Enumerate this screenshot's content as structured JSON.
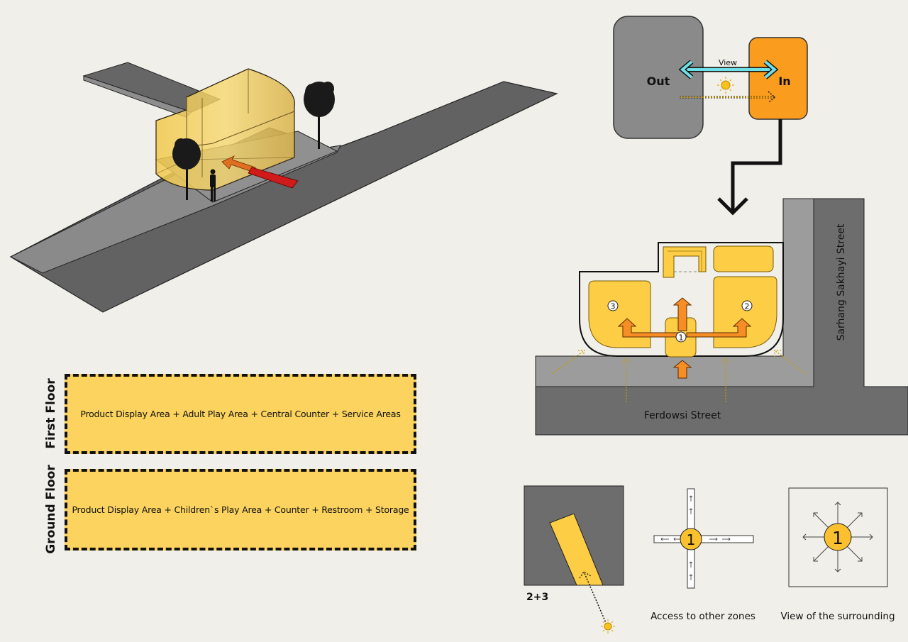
{
  "relation_diagram": {
    "out_label": "Out",
    "in_label": "In",
    "view_label": "View",
    "sun_icon": "sun-icon",
    "colors": {
      "out": "#8a8a8a",
      "in": "#fa9c1e",
      "view_arrow": "#6ee0e8",
      "sun_ray": "#e6a800"
    }
  },
  "site_plan": {
    "street_bottom": "Ferdowsi Street",
    "street_right": "Sarhang Sakhayi Street",
    "zones": [
      "1",
      "2",
      "3"
    ],
    "colors": {
      "zone": "#fccd45",
      "arrow": "#f68e25",
      "sidewalk": "#9c9c9c",
      "road": "#6d6d6d"
    }
  },
  "floors": [
    {
      "label": "First Floor",
      "description": "Product Display Area + Adult Play Area + Central Counter + Service Areas"
    },
    {
      "label": "Ground Floor",
      "description": "Product Display Area + Children`s Play Area + Counter + Restroom + Storage"
    }
  ],
  "mini_diagrams": [
    {
      "label": "2+3",
      "zone": ""
    },
    {
      "label": "Access to other zones",
      "zone": "1"
    },
    {
      "label": "View of the surrounding",
      "zone": "1"
    }
  ]
}
